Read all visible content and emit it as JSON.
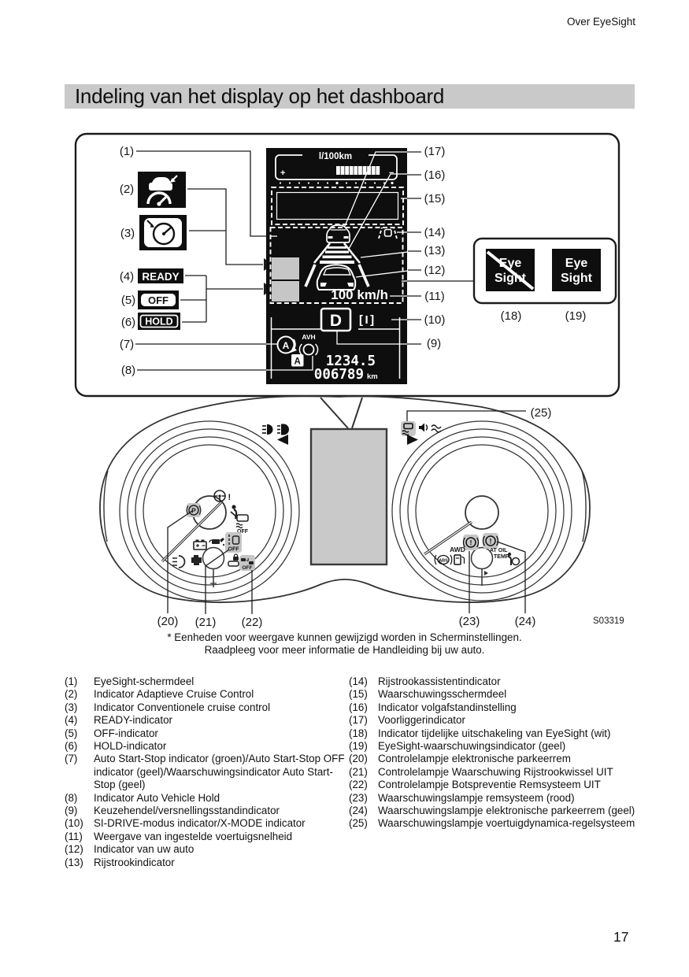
{
  "page": {
    "header": "Over EyeSight",
    "title": "Indeling van het display op het dashboard",
    "figure_code": "S03319",
    "footnote_line1": "* Eenheden voor weergave kunnen gewijzigd worden in Scherminstellingen.",
    "footnote_line2": "Raadpleeg voor meer informatie de Handleiding bij uw auto.",
    "page_number": "17"
  },
  "display": {
    "fuel_economy_label": "l/100km",
    "fuel_plus": "+",
    "fuel_minus": "−",
    "set_speed": "100 km/h",
    "gear_position": "D",
    "si_drive_mode": "[I]",
    "avh_label": "AVH",
    "auto_start_stop_letter": "A",
    "trip_selector_letter": "A",
    "trip_value": "1234.5",
    "odometer_value": "006789",
    "odometer_unit": "km",
    "ready_label": "READY",
    "off_label": "OFF",
    "hold_label": "HOLD",
    "eyesight_line1": "Eye",
    "eyesight_line2": "Sight"
  },
  "cluster": {
    "awd_label": "AWD",
    "abs_label": "ABS",
    "at_oil_label": "AT OIL",
    "temp_label": "TEMP",
    "parking_label": "P",
    "off_small_label": "OFF",
    "warning_mark": "!"
  },
  "icons": {
    "display": [
      "fuel-economy-gauge",
      "warning-screen-area",
      "lead-vehicle",
      "own-vehicle",
      "lane-assist",
      "distance-ladder",
      "gear-D",
      "si-drive",
      "auto-start-stop",
      "auto-vehicle-hold"
    ],
    "cluster_left": [
      "fog-light",
      "low-beam",
      "turn-left-arrow",
      "steering-warning",
      "parking-brake",
      "seatbelt-warning",
      "vdc-off",
      "oil-pressure",
      "battery-charge",
      "lane-departure-off",
      "rear-fog",
      "check-engine",
      "security",
      "collision-prevention-off"
    ],
    "cluster_right": [
      "vdc-warning",
      "chime",
      "speaker",
      "turn-right-arrow",
      "brake-warning",
      "parking-brake-warning",
      "awd",
      "abs",
      "fuel",
      "at-oil-temp",
      "airbag-warning"
    ]
  },
  "legend": {
    "left": [
      {
        "num": "(1)",
        "text": "EyeSight-schermdeel"
      },
      {
        "num": "(2)",
        "text": "Indicator Adaptieve Cruise Control"
      },
      {
        "num": "(3)",
        "text": "Indicator Conventionele cruise control"
      },
      {
        "num": "(4)",
        "text": "READY-indicator"
      },
      {
        "num": "(5)",
        "text": "OFF-indicator"
      },
      {
        "num": "(6)",
        "text": "HOLD-indicator"
      },
      {
        "num": "(7)",
        "text": "Auto Start-Stop indicator (groen)/Auto Start-Stop OFF indicator (geel)/Waarschuwingsindicator Auto Start-Stop (geel)"
      },
      {
        "num": "(8)",
        "text": "Indicator Auto Vehicle Hold"
      },
      {
        "num": "(9)",
        "text": "Keuzehendel/versnellingsstandindicator"
      },
      {
        "num": "(10)",
        "text": "SI-DRIVE-modus indicator/X-MODE indicator"
      },
      {
        "num": "(11)",
        "text": "Weergave van ingestelde voertuigsnelheid"
      },
      {
        "num": "(12)",
        "text": "Indicator van uw auto"
      },
      {
        "num": "(13)",
        "text": "Rijstrookindicator"
      }
    ],
    "right": [
      {
        "num": "(14)",
        "text": "Rijstrookassistentindicator"
      },
      {
        "num": "(15)",
        "text": "Waarschuwingsschermdeel"
      },
      {
        "num": "(16)",
        "text": "Indicator volgafstandinstelling"
      },
      {
        "num": "(17)",
        "text": "Voorliggerindicator"
      },
      {
        "num": "(18)",
        "text": "Indicator tijdelijke uitschakeling van EyeSight (wit)"
      },
      {
        "num": "(19)",
        "text": "EyeSight-waarschuwingsindicator (geel)"
      },
      {
        "num": "(20)",
        "text": "Controlelampje elektronische parkeerrem"
      },
      {
        "num": "(21)",
        "text": "Controlelampje Waarschuwing Rijstrookwissel UIT"
      },
      {
        "num": "(22)",
        "text": "Controlelampje Botspreventie Remsysteem UIT"
      },
      {
        "num": "(23)",
        "text": "Waarschuwingslampje remsysteem (rood)"
      },
      {
        "num": "(24)",
        "text": "Waarschuwingslampje elektronische parkeerrem (geel)"
      },
      {
        "num": "(25)",
        "text": "Waarschuwingslampje voertuigdynamica-regelsysteem"
      }
    ]
  }
}
